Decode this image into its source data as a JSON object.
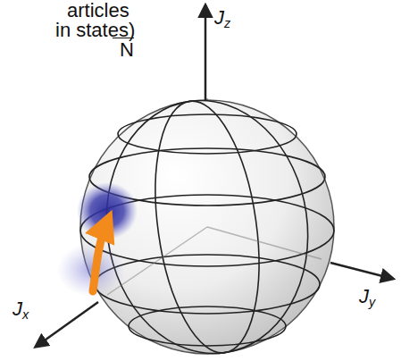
{
  "diagram": {
    "labels": [
      "articles",
      "in states)",
      "N",
      "Jz",
      "Jx",
      "Jy"
    ]
  }
}
